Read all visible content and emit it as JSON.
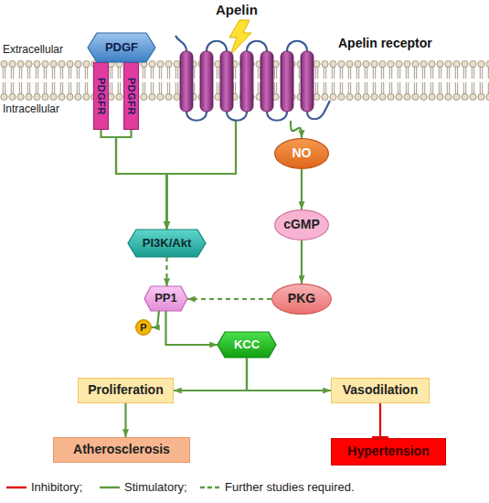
{
  "diagram": {
    "nodes": [
      {
        "text": [
          "PDGF"
        ]
      },
      {
        "text": [
          "PDGFR"
        ]
      },
      {
        "text": [
          "PDGFR"
        ]
      },
      {
        "text": [
          "Apelin receptor"
        ]
      },
      {
        "text": [
          "NO"
        ]
      },
      {
        "text": [
          "cGMP"
        ]
      },
      {
        "text": [
          "PKG"
        ]
      },
      {
        "text": [
          "PI3K/Akt"
        ]
      },
      {
        "text": [
          "PP1"
        ]
      },
      {
        "text": [
          "P"
        ]
      },
      {
        "text": [
          "KCC"
        ]
      },
      {
        "text": [
          "Proliferation"
        ]
      },
      {
        "text": [
          "Vasodilation"
        ]
      },
      {
        "text": [
          "Atherosclerosis"
        ]
      },
      {
        "text": [
          "Hypertension"
        ]
      }
    ],
    "edges": [
      {
        "from": 1,
        "to": 7,
        "arrow": "to"
      },
      {
        "from": 2,
        "to": 7,
        "arrow": "to"
      },
      {
        "from": 3,
        "to": 7,
        "arrow": "to"
      },
      {
        "from": 3,
        "to": 4,
        "arrow": "to"
      },
      {
        "from": 4,
        "to": 5,
        "arrow": "to"
      },
      {
        "from": 5,
        "to": 6,
        "arrow": "to"
      },
      {
        "from": 6,
        "to": 8,
        "arrow": "to"
      },
      {
        "from": 7,
        "to": 8,
        "arrow": "to"
      },
      {
        "from": 8,
        "to": 9,
        "arrow": "to"
      },
      {
        "from": 8,
        "to": 10,
        "arrow": "to"
      },
      {
        "from": 10,
        "to": 11,
        "arrow": "to"
      },
      {
        "from": 10,
        "to": 12,
        "arrow": "to"
      },
      {
        "from": 11,
        "to": 13,
        "arrow": "to"
      },
      {
        "from": 12,
        "to": 14,
        "arrow": "to"
      }
    ],
    "labels": [
      "Extracellular",
      "Intracellular",
      "Apelin"
    ],
    "legend": [
      {
        "text": "Inhibitory;"
      },
      {
        "text": "Stimulatory;"
      },
      {
        "text": "Further studies required."
      }
    ]
  }
}
